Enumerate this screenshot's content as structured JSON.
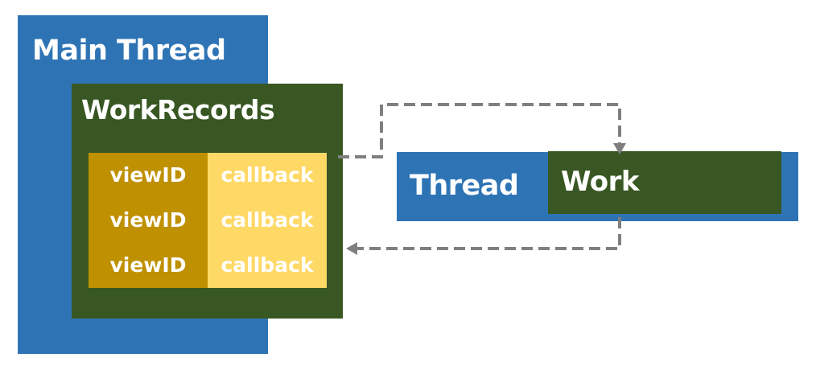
{
  "main_thread": {
    "title": "Main Thread"
  },
  "work_records": {
    "title": "WorkRecords",
    "rows": [
      {
        "key": "viewID",
        "value": "callback"
      },
      {
        "key": "viewID",
        "value": "callback"
      },
      {
        "key": "viewID",
        "value": "callback"
      }
    ]
  },
  "thread": {
    "title": "Thread"
  },
  "work": {
    "title": "Work"
  },
  "colors": {
    "main_thread": "#2e74b5",
    "work_records": "#385723",
    "key_column": "#bf9000",
    "value_column": "#ffd966",
    "connector": "#7f7f7f"
  }
}
